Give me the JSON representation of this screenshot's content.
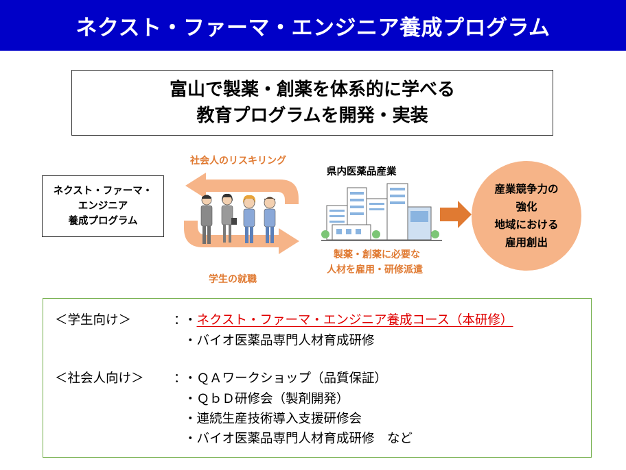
{
  "header": {
    "title": "ネクスト・ファーマ・エンジニア養成プログラム"
  },
  "headline": {
    "line1": "富山で製薬・創薬を体系的に学べる",
    "line2": "教育プログラムを開発・実装"
  },
  "diagram": {
    "program_box": {
      "line1": "ネクスト・ファーマ・",
      "line2": "エンジニア",
      "line3": "養成プログラム"
    },
    "top_arrow_label": "社会人のリスキリング",
    "bottom_arrow_label": "学生の就職",
    "industry_label": "県内医薬品産業",
    "industry_caption_1": "製薬・創薬に必要な",
    "industry_caption_2": "人材を雇用・研修派遣",
    "outcome": {
      "line1": "産業競争力の",
      "line2": "強化",
      "line3": "地域における",
      "line4": "雇用創出"
    }
  },
  "offerings": {
    "students_label": "＜学生向け＞",
    "students_sep": "：",
    "students_items": [
      "ネクスト・ファーマ・エンジニア養成コース（本研修）",
      "バイオ医薬品専門人材育成研修"
    ],
    "workers_label": "＜社会人向け＞",
    "workers_sep": "：",
    "workers_items": [
      "ＱＡワークショップ（品質保証）",
      "ＱｂＤ研修会（製剤開発）",
      "連続生産技術導入支援研修会",
      "バイオ医薬品専門人材育成研修　など"
    ],
    "bullet": "・"
  },
  "colors": {
    "header_bg": "#0000c8",
    "accent_orange": "#e07a32",
    "arrow_orange": "#f6b488",
    "outcome_circle": "#f6b488",
    "highlight_red": "#e00000",
    "box_green": "#70ad47"
  },
  "icons": [
    "people-illustration",
    "city-buildings-illustration",
    "arrow-right-icon",
    "arrow-left-icon"
  ]
}
